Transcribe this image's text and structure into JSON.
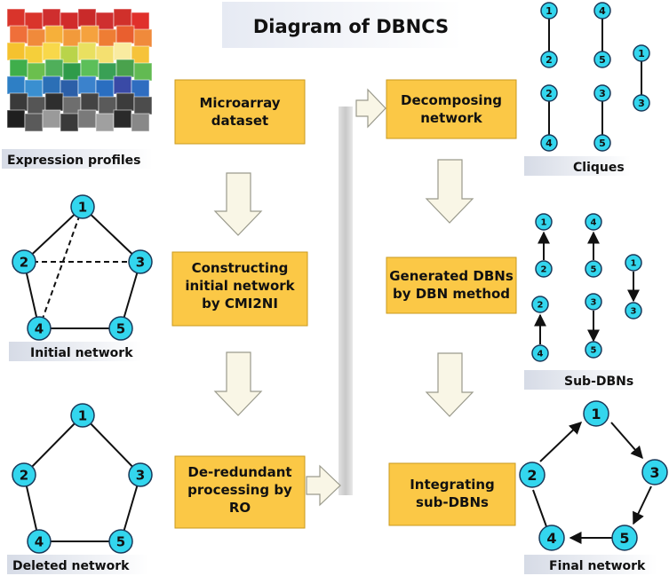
{
  "title": "Diagram of DBNCS",
  "steps": {
    "microarray": [
      "Microarray",
      "dataset"
    ],
    "constructing": [
      "Constructing",
      "initial network",
      "by CMI2NI"
    ],
    "deredundant": [
      "De-redundant",
      "processing by",
      "RO"
    ],
    "decomposing": [
      "Decomposing",
      "network"
    ],
    "generated": [
      "Generated DBNs",
      "by DBN method"
    ],
    "integrating": [
      "Integrating",
      "sub-DBNs"
    ]
  },
  "captions": {
    "expression": "Expression profiles",
    "initial": "Initial network",
    "deleted": "Deleted network",
    "cliques": "Cliques",
    "subdbns": "Sub-DBNs",
    "final": "Final network"
  },
  "node_labels": [
    "1",
    "2",
    "3",
    "4",
    "5"
  ],
  "heatmap": {
    "colors": [
      [
        "#d9342b",
        "#d9342b",
        "#cf2e2e",
        "#d12b2b",
        "#c92a2a",
        "#cf2f2f",
        "#d0302b",
        "#e0302b"
      ],
      [
        "#ef6f3a",
        "#f08a3b",
        "#f6b03a",
        "#f29a3b",
        "#f5a23e",
        "#ee7d34",
        "#e95f2f",
        "#f08a3b"
      ],
      [
        "#f5c22f",
        "#f5cf3a",
        "#f8d84a",
        "#b9d44a",
        "#e9e060",
        "#f4e070",
        "#f9eba0",
        "#f6c33a"
      ],
      [
        "#3fae4b",
        "#6bbf4e",
        "#4faf5a",
        "#2f9b4a",
        "#5cbf59",
        "#39a055",
        "#4aa24d",
        "#62ba52"
      ],
      [
        "#2e7fc5",
        "#3a8fd0",
        "#2b6fb6",
        "#2c5fa8",
        "#3b82cc",
        "#2a6ec0",
        "#3a4aa6",
        "#2f6dc0"
      ],
      [
        "#3a3a3a",
        "#555555",
        "#2e2e2e",
        "#6e6e6e",
        "#444444",
        "#5a5a5a",
        "#3c3c3c",
        "#4c4c4c"
      ],
      [
        "#1f1f1f",
        "#5a5a5a",
        "#9a9a9a",
        "#3a3a3a",
        "#7a7a7a",
        "#a0a0a0",
        "#2a2a2a",
        "#888888"
      ]
    ]
  },
  "colors": {
    "node": "#33d6ee",
    "box": "#fbc846",
    "arrow": "#f9f6e6"
  }
}
